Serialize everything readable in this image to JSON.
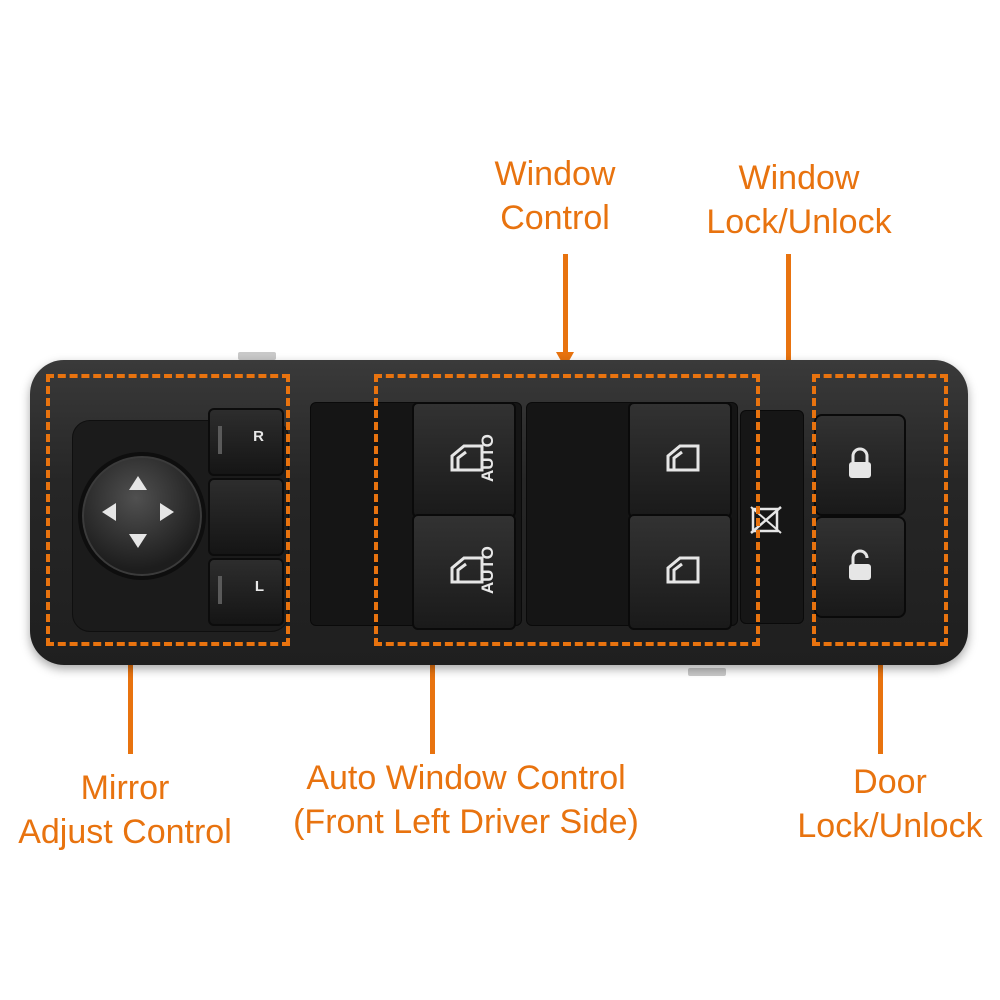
{
  "labels": {
    "window_control": [
      "Window",
      "Control"
    ],
    "window_lock": [
      "Window",
      "Lock/Unlock"
    ],
    "mirror_adjust": [
      "Mirror",
      "Adjust Control"
    ],
    "auto_window": [
      "Auto Window Control",
      "(Front Left Driver Side)"
    ],
    "door_lock": [
      "Door",
      "Lock/Unlock"
    ]
  },
  "buttons": {
    "mirror_right": "R",
    "mirror_left": "L",
    "auto_top": "AUTO",
    "auto_bottom": "AUTO"
  },
  "colors": {
    "accent": "#e8730f",
    "panel": "#262626"
  },
  "icons": {
    "mirror_knob": "four-direction-arrows-icon",
    "window": "window-icon",
    "window_lock": "window-lock-icon",
    "door_lock": "padlock-closed-icon",
    "door_unlock": "padlock-open-icon"
  }
}
